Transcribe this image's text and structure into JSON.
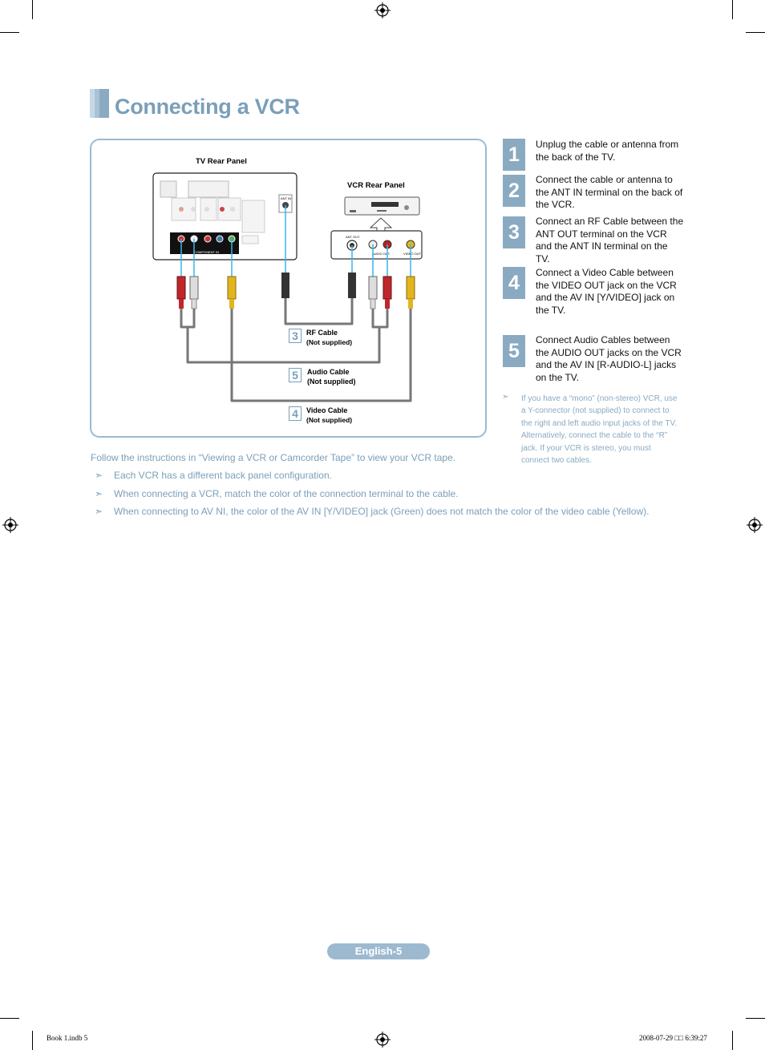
{
  "page": {
    "title": "Connecting a VCR",
    "colors": {
      "accent": "#7a9fb9",
      "step_bg": "#8aaac2",
      "border": "#9db9cf"
    }
  },
  "diagram": {
    "tv_label": "TV Rear Panel",
    "vcr_label": "VCR Rear Panel",
    "panel_texts": {
      "ant_in": "ANT IN",
      "component_in": "COMPONENT IN",
      "ant_out": "ANT OUT",
      "audio_out": "AUDIO OUT",
      "video_out": "VIDEO OUT"
    },
    "cables": [
      {
        "num": "3",
        "name": "RF Cable",
        "note": "(Not supplied)"
      },
      {
        "num": "5",
        "name": "Audio Cable",
        "note": "(Not supplied)"
      },
      {
        "num": "4",
        "name": "Video Cable",
        "note": "(Not supplied)"
      }
    ]
  },
  "steps": [
    {
      "num": "1",
      "text": "Unplug the cable or antenna from the back of the TV."
    },
    {
      "num": "2",
      "text": "Connect the cable or antenna to the ANT IN terminal on the back of the VCR."
    },
    {
      "num": "3",
      "text": "Connect an RF Cable between the ANT OUT terminal on the VCR and the ANT IN terminal on the TV."
    },
    {
      "num": "4",
      "text": "Connect a Video Cable between the VIDEO OUT jack on the VCR and the AV IN [Y/VIDEO] jack on the TV."
    },
    {
      "num": "5",
      "text": "Connect Audio Cables between the AUDIO OUT jacks on the VCR and the AV IN [R-AUDIO-L] jacks on the TV."
    }
  ],
  "side_note": "If you have a “mono” (non-stereo) VCR, use a Y-connector (not supplied) to connect to the right and left audio input jacks of the TV. Alternatively, connect the cable to the “R” jack. If your VCR is stereo, you must connect two cables.",
  "follow_text": "Follow the instructions in “Viewing a VCR or Camcorder Tape” to view your VCR tape.",
  "bullets": [
    "Each VCR has a different back panel configuration.",
    "When connecting a VCR, match the color of the connection terminal to the cable.",
    "When connecting to AV NI, the color of the AV IN [Y/VIDEO] jack (Green) does not match the color of the video cable (Yellow)."
  ],
  "note_symbol": "➣",
  "footer": {
    "page_label": "English-5",
    "slug_left": "Book 1.indb   5",
    "slug_right": "2008-07-29   □□ 6:39:27"
  }
}
